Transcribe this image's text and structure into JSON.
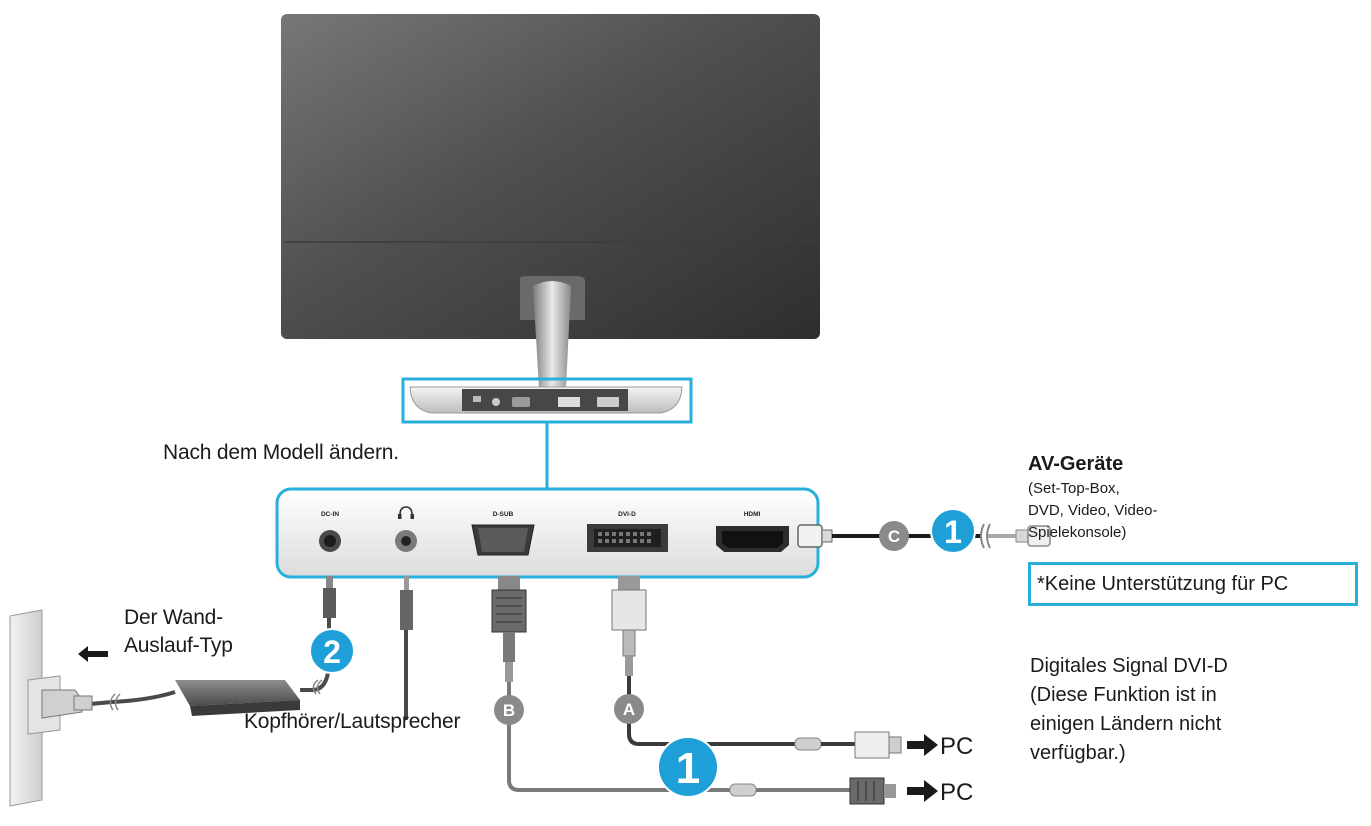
{
  "labels": {
    "model_note": "Nach dem Modell ändern.",
    "av_title": "AV-Geräte",
    "av_line1": "(Set-Top-Box,",
    "av_line2": "DVD, Video, Video-",
    "av_line3": "Spielekonsole)",
    "no_pc_note": "*Keine Unterstützung für PC",
    "wall_line1": "Der Wand-",
    "wall_line2": "Auslauf-Typ",
    "headphone": "Kopfhörer/Lautsprecher",
    "dvi_line1": "Digitales Signal DVI-D",
    "dvi_line2": "(Diese Funktion ist in",
    "dvi_line3": "einigen Ländern nicht",
    "dvi_line4": "verfügbar.)"
  },
  "ports": {
    "dc_in": "DC-IN",
    "dsub": "D-SUB",
    "dvid": "DVI-D",
    "hdmi": "HDMI"
  },
  "targets": {
    "pc_top": "PC",
    "pc_bottom": "PC"
  },
  "markers": {
    "step1_av": "1",
    "step2_power": "2",
    "step1_pc": "1",
    "cable_a": "A",
    "cable_b": "B",
    "cable_c": "C"
  },
  "colors": {
    "accent": "#27b0dc",
    "marker_gray": "#8a8a8a",
    "cable": "#6e6e6e"
  }
}
